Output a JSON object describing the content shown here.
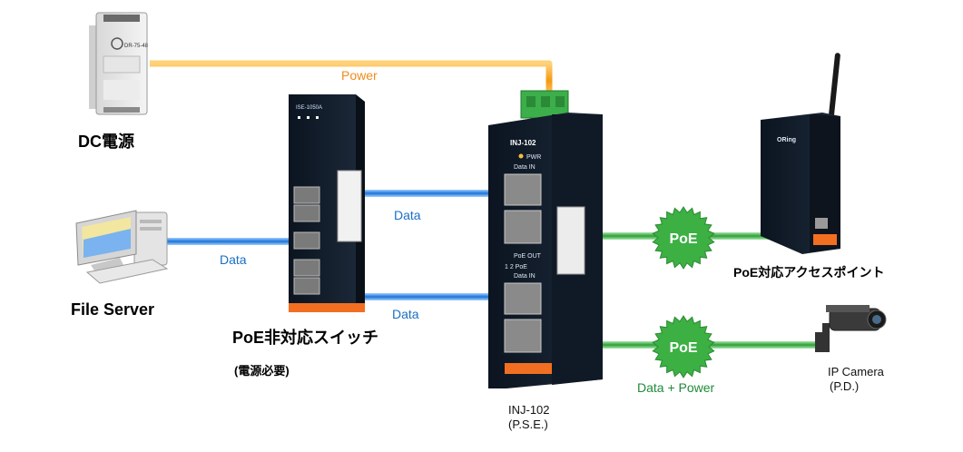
{
  "labels": {
    "power": "Power",
    "dc_supply": "DC電源",
    "file_server": "File Server",
    "switch_name": "PoE非対応スイッチ",
    "switch_note": "(電源必要)",
    "data_1": "Data",
    "data_2": "Data",
    "data_3": "Data",
    "injector_line1": "INJ-102",
    "injector_line2": "(P.S.E.)",
    "poe_badge_1": "PoE",
    "poe_badge_2": "PoE",
    "data_power": "Data + Power",
    "access_point": "PoE対応アクセスポイント",
    "camera_line1": "IP Camera",
    "camera_line2": "(P.D.)"
  },
  "device_text": {
    "injector_model": "INJ-102",
    "injector_pwr": "PWR",
    "injector_data_in": "Data IN",
    "injector_poe_out": "PoE OUT",
    "injector_port_labels": "1  2 PoE",
    "injector_data_in_2": "Data IN",
    "switch_model": "ISE-1050A",
    "dc_brand": "DR-75-48",
    "ap_brand": "ORing"
  },
  "colors": {
    "power_line": "#f5a623",
    "data_line": "#3a8fe0",
    "poe_line": "#3cb043",
    "badge": "#3cb043",
    "orange_accent": "#f26f21"
  }
}
